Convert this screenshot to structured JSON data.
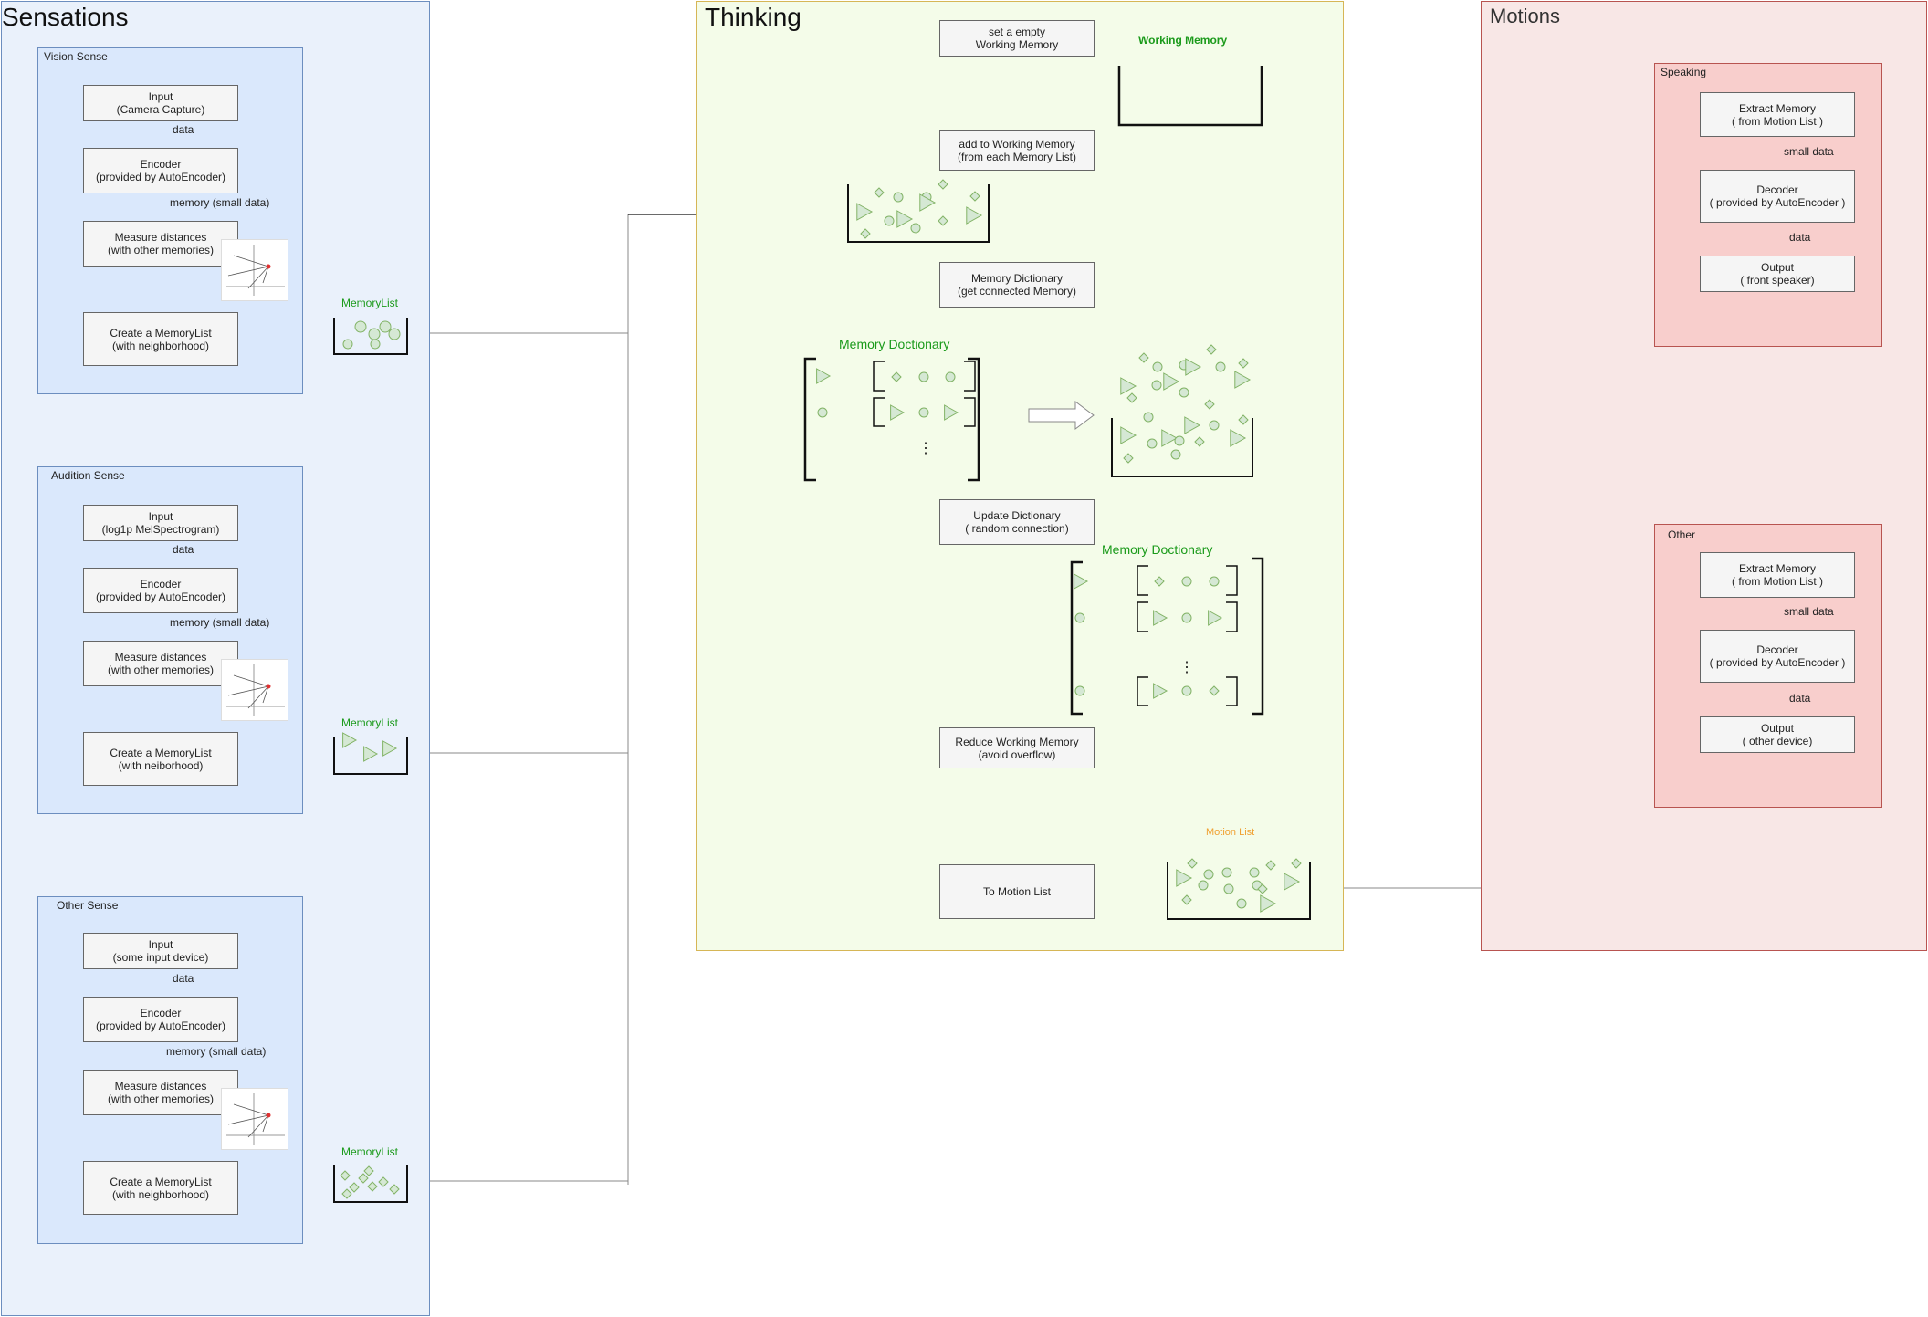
{
  "colors": {
    "sensations_fill": "#eaf1fb",
    "sensations_stroke": "#6c8ebf",
    "sense_fill": "#dae8fc",
    "thinking_fill": "#f4fce9",
    "thinking_stroke": "#d6b656",
    "motions_fill": "#f8e7e6",
    "motions_stroke": "#b85450",
    "motion_group_fill": "#f8cecc",
    "memory_token_fill": "#d5e8d4",
    "memory_token_stroke": "#82b366",
    "label_green": "#1a9a1a",
    "label_orange": "#f0a030"
  },
  "sensations": {
    "title": "Sensations",
    "senses": [
      {
        "title": "Vision Sense",
        "input": "Input\n(Camera Capture)",
        "data_label": "data",
        "encoder": "Encoder\n(provided by AutoEncoder)",
        "memory_label": "memory (small data)",
        "measure": "Measure distances\n(with other memories)",
        "create": "Create a MemoryList\n(with neighborhood)",
        "memory_list_label": "MemoryList"
      },
      {
        "title": "Audition Sense",
        "input": "Input\n(log1p MelSpectrogram)",
        "data_label": "data",
        "encoder": "Encoder\n(provided by AutoEncoder)",
        "memory_label": "memory (small data)",
        "measure": "Measure distances\n(with other memories)",
        "create": "Create a MemoryList\n(with neiborhood)",
        "memory_list_label": "MemoryList"
      },
      {
        "title": "Other Sense",
        "input": "Input\n(some input device)",
        "data_label": "data",
        "encoder": "Encoder\n(provided by AutoEncoder)",
        "memory_label": "memory (small data)",
        "measure": "Measure distances\n(with other memories)",
        "create": "Create a MemoryList\n(with neighborhood)",
        "memory_list_label": "MemoryList"
      }
    ]
  },
  "thinking": {
    "title": "Thinking",
    "set_empty": "set a empty\nWorking Memory",
    "working_memory_label": "Working Memory",
    "add_to_wm": "add to Working Memory\n(from each Memory List)",
    "memory_dictionary_box": "Memory Dictionary\n(get connected Memory)",
    "memory_dictionary_label_1": "Memory Doctionary",
    "update_dictionary": "Update Dictionary\n( random connection)",
    "memory_dictionary_label_2": "Memory Doctionary",
    "reduce_wm": "Reduce Working Memory\n(avoid overflow)",
    "to_motion_list": "To Motion List",
    "motion_list_label": "Motion List"
  },
  "motions": {
    "title": "Motions",
    "groups": [
      {
        "title": "Speaking",
        "extract": "Extract Memory\n( from Motion List )",
        "small_data_label": "small data",
        "decoder": "Decoder\n( provided by AutoEncoder )",
        "data_label": "data",
        "output": "Output\n( front speaker)"
      },
      {
        "title": "Other",
        "extract": "Extract Memory\n( from Motion List )",
        "small_data_label": "small data",
        "decoder": "Decoder\n( provided by AutoEncoder )",
        "data_label": "data",
        "output": "Output\n( other device)"
      }
    ]
  }
}
